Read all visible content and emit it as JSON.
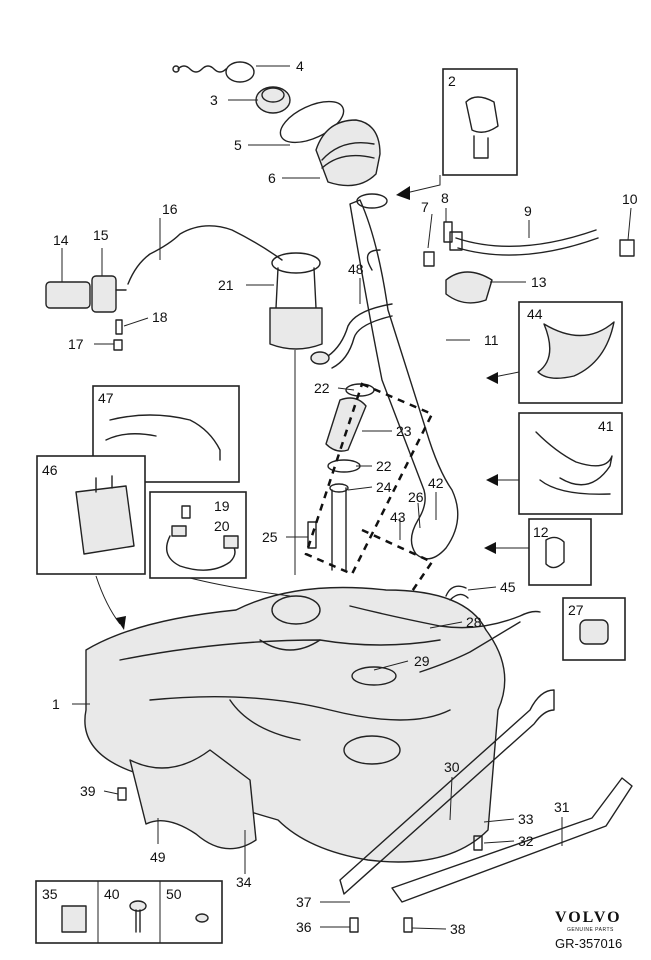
{
  "diagram": {
    "brand": "VOLVO",
    "brand_sub": "GENUINE PARTS",
    "reference": "GR-357016",
    "callouts": [
      "1",
      "2",
      "3",
      "4",
      "5",
      "6",
      "7",
      "8",
      "9",
      "10",
      "11",
      "12",
      "13",
      "14",
      "15",
      "16",
      "17",
      "18",
      "19",
      "20",
      "21",
      "22",
      "22",
      "23",
      "24",
      "25",
      "26",
      "27",
      "28",
      "29",
      "30",
      "31",
      "32",
      "33",
      "34",
      "35",
      "36",
      "37",
      "38",
      "39",
      "40",
      "41",
      "42",
      "43",
      "44",
      "45",
      "46",
      "47",
      "48",
      "49",
      "50"
    ]
  }
}
